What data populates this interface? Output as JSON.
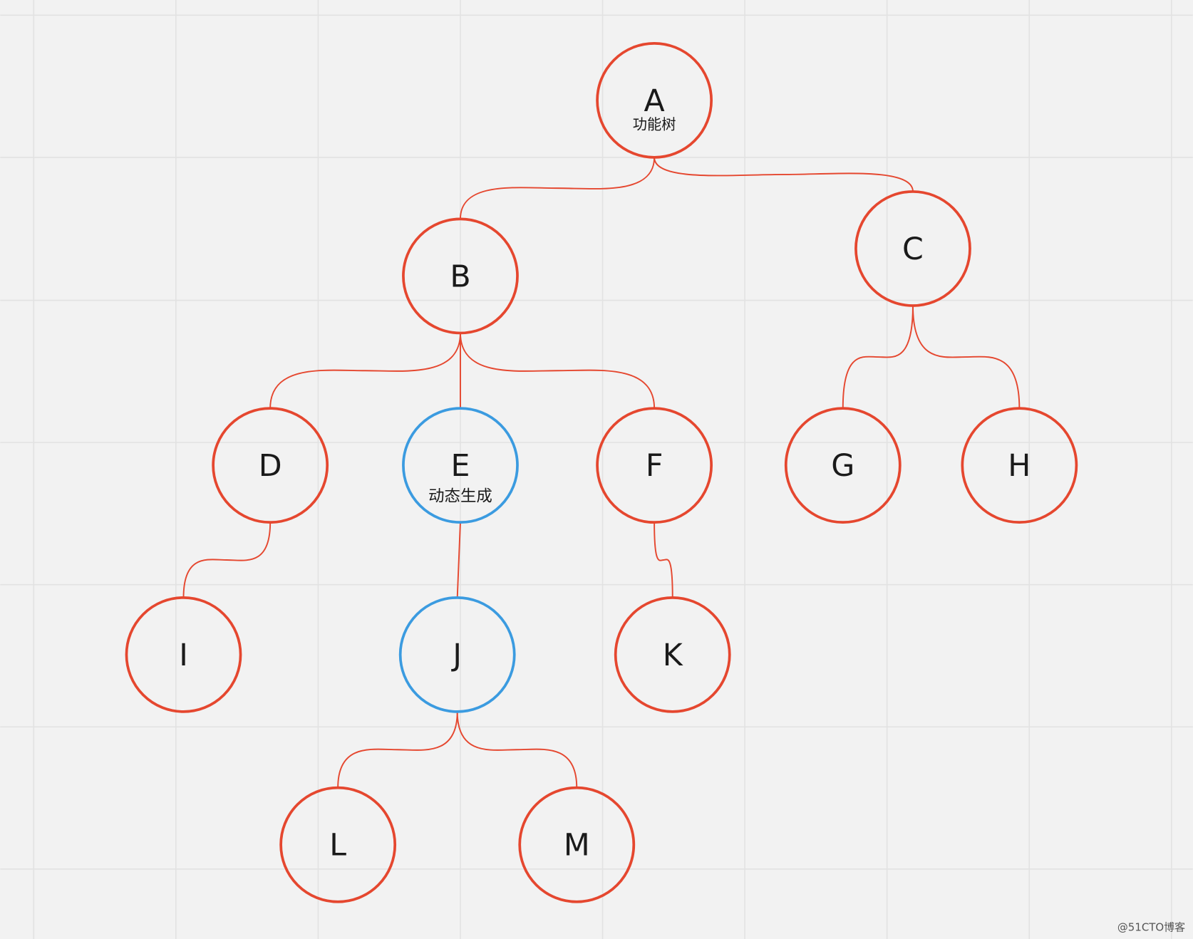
{
  "colors": {
    "background": "#f2f2f2",
    "grid": "#e2e2e2",
    "default_node": "#e5472f",
    "highlight_node": "#3b9be0"
  },
  "nodes": [
    {
      "id": "A",
      "label": "A",
      "sub": "功能树",
      "highlight": false
    },
    {
      "id": "B",
      "label": "B",
      "sub": "",
      "highlight": false
    },
    {
      "id": "C",
      "label": "C",
      "sub": "",
      "highlight": false
    },
    {
      "id": "D",
      "label": "D",
      "sub": "",
      "highlight": false
    },
    {
      "id": "E",
      "label": "E",
      "sub": "动态生成",
      "highlight": true
    },
    {
      "id": "F",
      "label": "F",
      "sub": "",
      "highlight": false
    },
    {
      "id": "G",
      "label": "G",
      "sub": "",
      "highlight": false
    },
    {
      "id": "H",
      "label": "H",
      "sub": "",
      "highlight": false
    },
    {
      "id": "I",
      "label": "I",
      "sub": "",
      "highlight": false
    },
    {
      "id": "J",
      "label": "J",
      "sub": "",
      "highlight": true
    },
    {
      "id": "K",
      "label": "K",
      "sub": "",
      "highlight": false
    },
    {
      "id": "L",
      "label": "L",
      "sub": "",
      "highlight": false
    },
    {
      "id": "M",
      "label": "M",
      "sub": "",
      "highlight": false
    }
  ],
  "edges": [
    [
      "A",
      "B"
    ],
    [
      "A",
      "C"
    ],
    [
      "B",
      "D"
    ],
    [
      "B",
      "E"
    ],
    [
      "B",
      "F"
    ],
    [
      "C",
      "G"
    ],
    [
      "C",
      "H"
    ],
    [
      "D",
      "I"
    ],
    [
      "E",
      "J"
    ],
    [
      "F",
      "K"
    ],
    [
      "J",
      "L"
    ],
    [
      "J",
      "M"
    ]
  ],
  "watermark": "@51CTO博客"
}
